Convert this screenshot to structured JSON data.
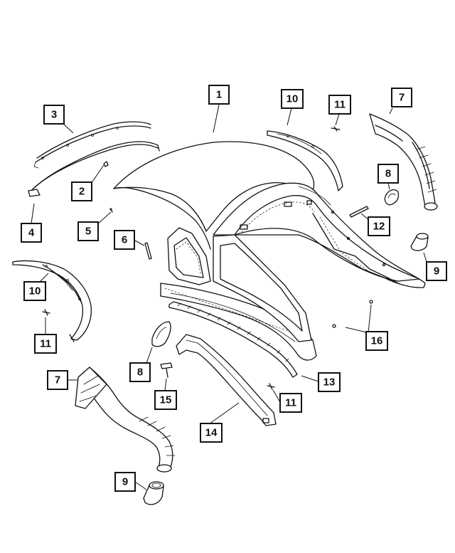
{
  "callouts": [
    {
      "id": "c1",
      "label": "1"
    },
    {
      "id": "c2",
      "label": "2"
    },
    {
      "id": "c3",
      "label": "3"
    },
    {
      "id": "c4",
      "label": "4"
    },
    {
      "id": "c5",
      "label": "5"
    },
    {
      "id": "c6",
      "label": "6"
    },
    {
      "id": "c7a",
      "label": "7"
    },
    {
      "id": "c7b",
      "label": "7"
    },
    {
      "id": "c8a",
      "label": "8"
    },
    {
      "id": "c8b",
      "label": "8"
    },
    {
      "id": "c9a",
      "label": "9"
    },
    {
      "id": "c9b",
      "label": "9"
    },
    {
      "id": "c10a",
      "label": "10"
    },
    {
      "id": "c10b",
      "label": "10"
    },
    {
      "id": "c11a",
      "label": "11"
    },
    {
      "id": "c11b",
      "label": "11"
    },
    {
      "id": "c11c",
      "label": "11"
    },
    {
      "id": "c12",
      "label": "12"
    },
    {
      "id": "c13",
      "label": "13"
    },
    {
      "id": "c14",
      "label": "14"
    },
    {
      "id": "c15",
      "label": "15"
    },
    {
      "id": "c16",
      "label": "16"
    }
  ]
}
